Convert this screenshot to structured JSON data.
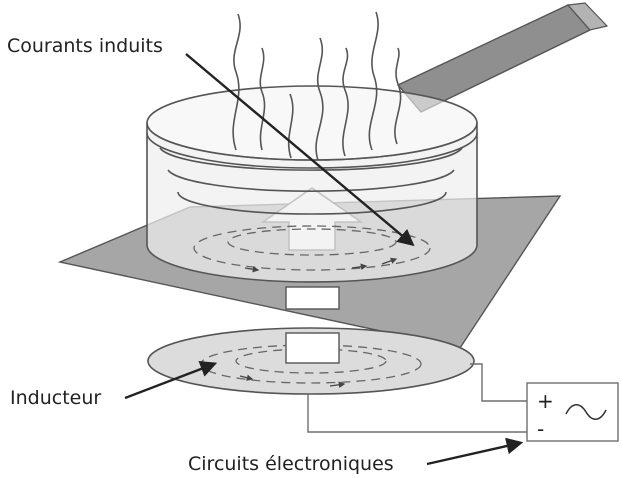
{
  "labels": {
    "induced_currents": "Courants induits",
    "inductor": "Inducteur",
    "electronic_circuits": "Circuits électroniques"
  },
  "generator": {
    "plus": "+",
    "minus": "-",
    "ac_symbol": "~"
  },
  "colors": {
    "hob_plate": "#a6a6a6",
    "handle": "#8f8f8f",
    "pan_glass": "#eeeeee",
    "coil_disc": "#dcdcdc",
    "outline": "#555555",
    "text": "#222222"
  }
}
